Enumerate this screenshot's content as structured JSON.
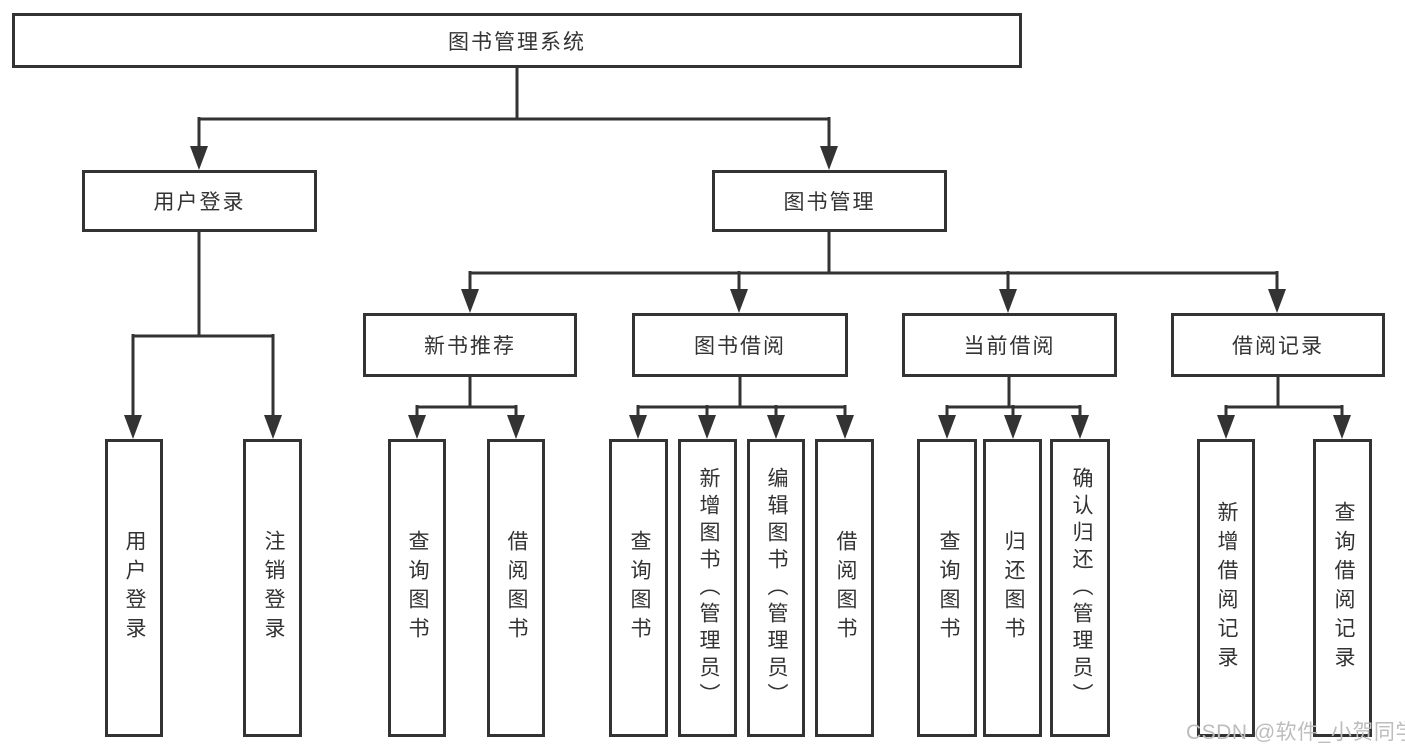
{
  "diagram": {
    "title": "图书管理系统",
    "tree": {
      "root": {
        "label": "图书管理系统",
        "children": [
          {
            "label": "用户登录",
            "children": [
              {
                "label": "用户登录"
              },
              {
                "label": "注销登录"
              }
            ]
          },
          {
            "label": "图书管理",
            "children": [
              {
                "label": "新书推荐",
                "children": [
                  {
                    "label": "查询图书"
                  },
                  {
                    "label": "借阅图书"
                  }
                ]
              },
              {
                "label": "图书借阅",
                "children": [
                  {
                    "label": "查询图书"
                  },
                  {
                    "label": "新增图书（管理员）"
                  },
                  {
                    "label": "编辑图书（管理员）"
                  },
                  {
                    "label": "借阅图书"
                  }
                ]
              },
              {
                "label": "当前借阅",
                "children": [
                  {
                    "label": "查询图书"
                  },
                  {
                    "label": "归还图书"
                  },
                  {
                    "label": "确认归还（管理员）"
                  }
                ]
              },
              {
                "label": "借阅记录",
                "children": [
                  {
                    "label": "新增借阅记录"
                  },
                  {
                    "label": "查询借阅记录"
                  }
                ]
              }
            ]
          }
        ]
      }
    },
    "watermark": "CSDN @软件_小贺同学",
    "colors": {
      "line": "#333333",
      "text": "#333333",
      "box_background": "#ffffff",
      "watermark": "#bdbdbd",
      "background": "#ffffff"
    }
  }
}
